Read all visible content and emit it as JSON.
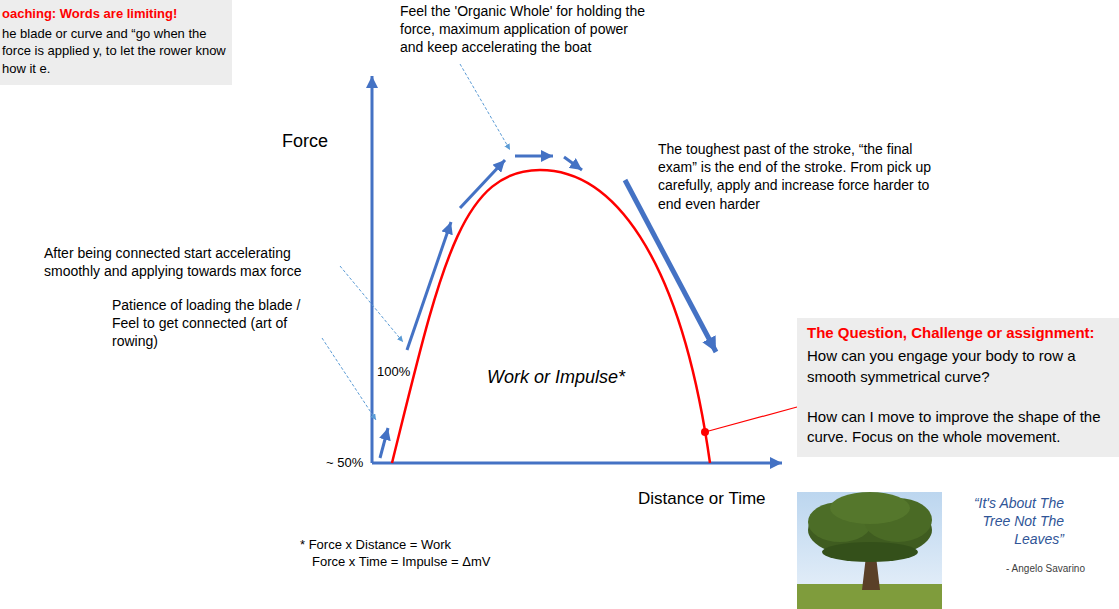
{
  "diagram": {
    "nodes": [
      {
        "text": [
          "oaching: Words are limiting!",
          "he blade or curve and “go when the force is applied y, to let the rower know how it e."
        ]
      },
      {
        "text": [
          "The Question, Challenge or assignment:",
          "How can you engage your body to row a smooth symmetrical curve?",
          "How can I move to improve the shape of the curve. Focus on the whole movement."
        ]
      }
    ],
    "labels": [
      "Feel the 'Organic Whole' for holding the force, maximum application of power and keep accelerating the boat",
      "The toughest past of the stroke, “the final exam” is the end of the stroke. From pick up carefully, apply and increase force harder to end even harder",
      "Force",
      "After being connected start accelerating smoothly and applying towards max force",
      "Patience of loading the blade / Feel to get connected (art of rowing)",
      "100%",
      "~ 50%",
      "Work or Impulse*",
      "Distance or Time",
      "* Force x Distance = Work",
      "Force x Time = Impulse = ΔmV",
      "“It's About The Tree Not The Leaves”",
      "- Angelo Savarino"
    ]
  }
}
